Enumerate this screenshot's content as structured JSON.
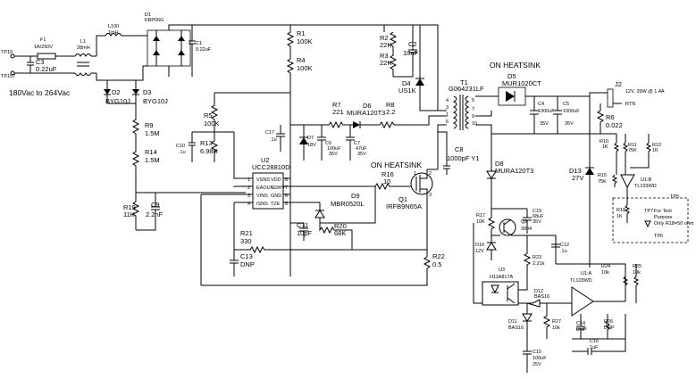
{
  "input": {
    "tp_top": "TP10",
    "tp_bottom": "TP107",
    "voltage_range": "180Vac to 264Vac"
  },
  "heatsink_labels": [
    "ON HEATSINK",
    "ON HEATSINK"
  ],
  "components": {
    "F1": [
      "F1",
      "1A/250V"
    ],
    "L1": [
      "L1",
      "28mH"
    ],
    "L100": [
      "L100",
      "1mH"
    ],
    "C3": [
      "C3",
      "0.22uF"
    ],
    "D1": [
      "D1",
      "KBP06G"
    ],
    "C1": [
      "C1",
      "0.22uF"
    ],
    "D2": [
      "D2",
      "BYG10J"
    ],
    "D3": [
      "D3",
      "BYG10J"
    ],
    "R9": [
      "R9",
      "1.5M"
    ],
    "R14": [
      "R14",
      "1.5M"
    ],
    "R19": [
      "R19",
      "11K"
    ],
    "C9": [
      "C9",
      "2.2nF"
    ],
    "R1": [
      "R1",
      "100K"
    ],
    "R4": [
      "R4",
      "100K"
    ],
    "R5": [
      "R5",
      "100K"
    ],
    "C10": [
      "C10",
      ".1u"
    ],
    "R13": [
      "R13",
      "6.98K"
    ],
    "C17": [
      "C17",
      ".1u"
    ],
    "U2": [
      "U2",
      "UCC28810D"
    ],
    "R2": [
      "R2",
      "22K"
    ],
    "R3": [
      "R3",
      "22K"
    ],
    "C2": [
      "C2",
      "10nF"
    ],
    "D4": [
      "D4",
      "US1K"
    ],
    "R7": [
      "R7",
      "221"
    ],
    "D6": [
      "D6",
      "MURA120T3"
    ],
    "R8": [
      "R8",
      "2.2"
    ],
    "D7": [
      "D7",
      "18V"
    ],
    "C6": [
      "C6",
      "100uF",
      "35V"
    ],
    "C7": [
      "C7",
      "47uF",
      "35V"
    ],
    "T1": [
      "T1",
      "G064231LF"
    ],
    "D5": [
      "D5",
      "MUR1020CT"
    ],
    "C4": [
      "C4",
      "1000uF",
      "35V"
    ],
    "C5": [
      "C5",
      "1000uF",
      "35V"
    ],
    "J2": [
      "J2",
      "12V, 39W @ 1.4A",
      "RTN"
    ],
    "R6": [
      "R6",
      "0.022"
    ],
    "C8": [
      "C8",
      "1000pF Y1"
    ],
    "D8": [
      "D8",
      "MURA120T3"
    ],
    "R16": [
      "R16",
      "10"
    ],
    "Q1": [
      "Q1",
      "IRFB9N65A"
    ],
    "D9": [
      "D9",
      "MBR0520L"
    ],
    "C11": [
      "C11",
      "10pF"
    ],
    "R20": [
      "R20",
      "68K"
    ],
    "R21": [
      "R21",
      "330"
    ],
    "C13": [
      "C13",
      "DNP"
    ],
    "R22": [
      "R22",
      "0.5"
    ],
    "R17": [
      "R17",
      "10K"
    ],
    "Q2": [
      "Q2",
      "3904"
    ],
    "C19": [
      "C19",
      "68uF",
      "35V"
    ],
    "D10": [
      "D10",
      "12V"
    ],
    "C12": [
      "C12",
      ".1u"
    ],
    "R23": [
      "R23",
      "2.21k"
    ],
    "U1A": [
      "U1:A",
      "TL103WD"
    ],
    "R24": [
      "R24",
      "10k"
    ],
    "R25": [
      "R25",
      "10k"
    ],
    "U3": [
      "U3",
      "H11A817A"
    ],
    "D11": [
      "D11",
      "BAS16"
    ],
    "D12": [
      "D12",
      "BAS16"
    ],
    "R27": [
      "R27",
      "10k"
    ],
    "C14": [
      "C14",
      "DNP"
    ],
    "R26": [
      "R26",
      "DNP"
    ],
    "C16": [
      "C16",
      "1uF"
    ],
    "C15": [
      "C15",
      "100uF",
      "25V"
    ],
    "R10": [
      "R10",
      "1K"
    ],
    "R11": [
      "R11",
      "75K"
    ],
    "R12": [
      "R12",
      "1K"
    ],
    "D13": [
      "D13",
      "27V"
    ],
    "R15": [
      "R15",
      "75K"
    ],
    "U1B": [
      "U1:B",
      "TL103WD"
    ],
    "R18": [
      "R18",
      "1K"
    ]
  },
  "test_point": {
    "tp5": "TP5",
    "tp7": "TP7",
    "tp6": "TP6",
    "note": [
      "For Test",
      "Purpose",
      "Only R18=50 ohm"
    ]
  },
  "u2_pins": {
    "left": [
      "VSNS",
      "EAOUT",
      "VINS",
      "ISNS"
    ],
    "right": [
      "VDD",
      "GDRV",
      "GND",
      "TZE"
    ],
    "left_nums": [
      "1",
      "2",
      "3",
      "4"
    ],
    "right_nums": [
      "8",
      "7",
      "6",
      "5"
    ]
  },
  "t1_pins": [
    "4",
    "3",
    "1",
    "6",
    "5",
    "7",
    "9",
    "10"
  ],
  "q1_pins": [
    "1",
    "2",
    "3"
  ]
}
